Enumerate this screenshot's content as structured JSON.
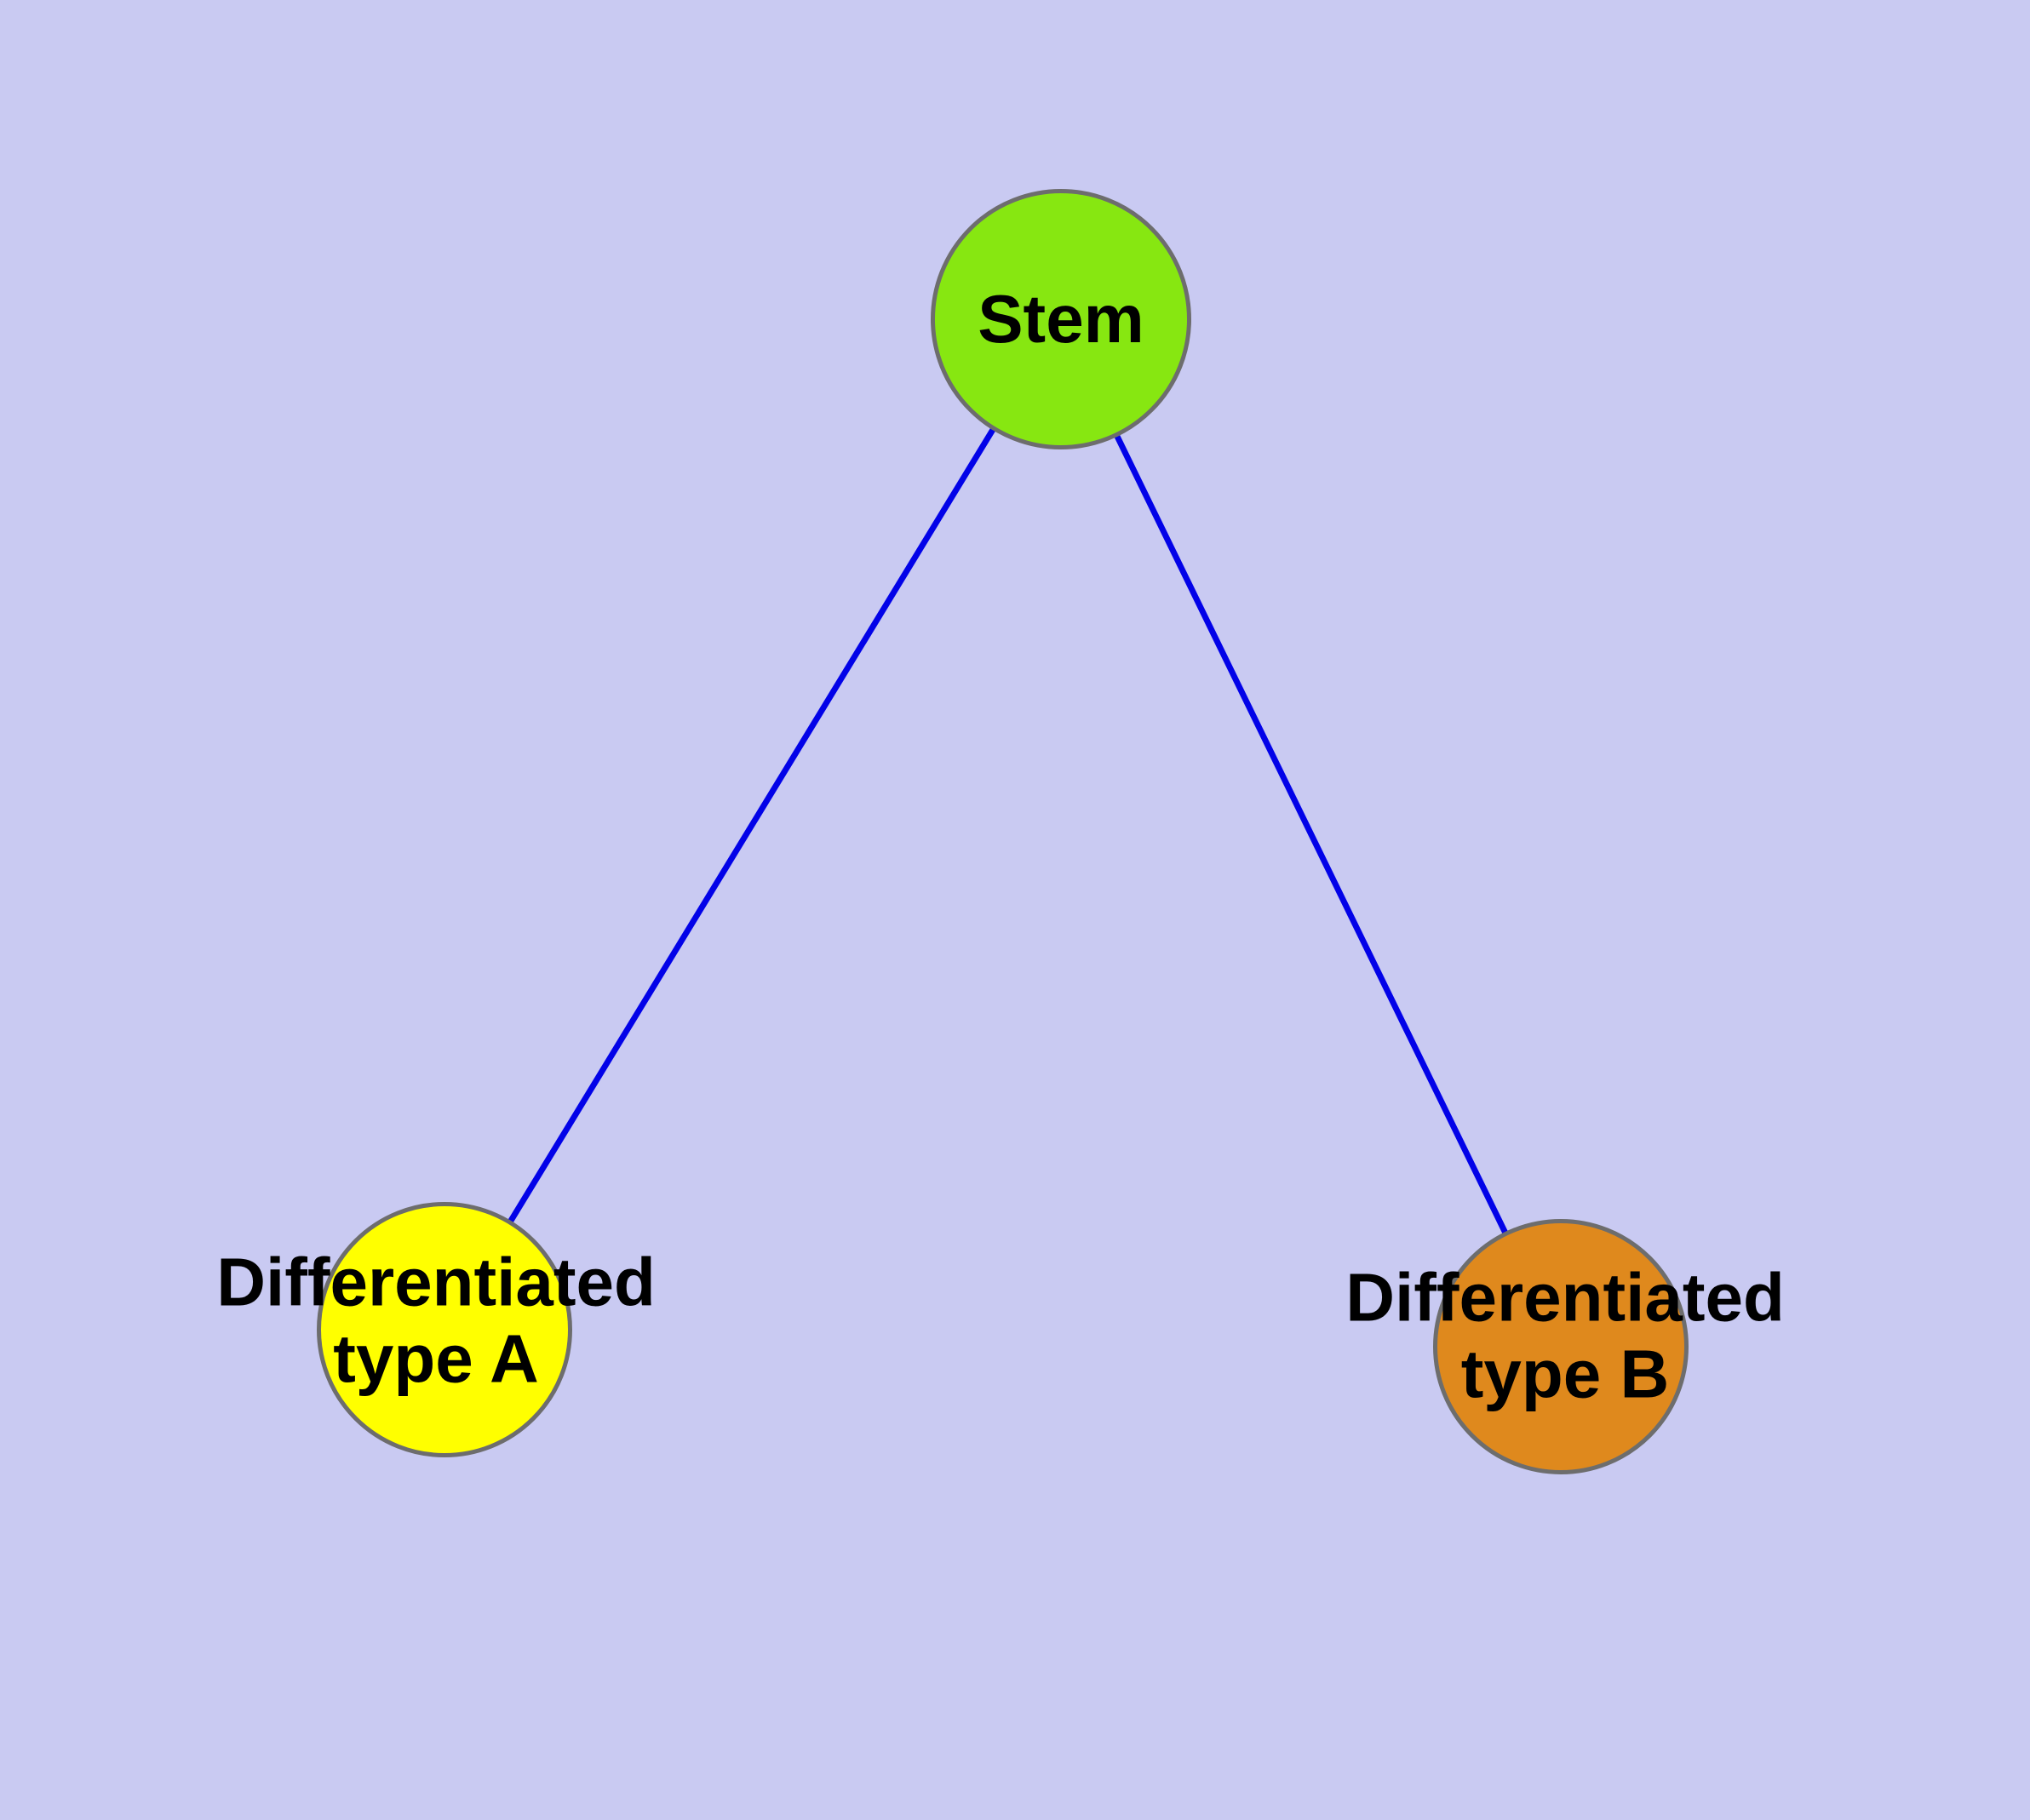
{
  "diagram": {
    "background_color": "#c9caf2",
    "edge_color": "#0202e8",
    "node_border_color": "#6d6d6d",
    "nodes": [
      {
        "id": "stem",
        "label": "Stem",
        "color": "#87e711"
      },
      {
        "id": "differentiated-type-a",
        "label": "Differentiated type A",
        "label_line1": "Differentiated",
        "label_line2": "type A",
        "color": "#ffff00"
      },
      {
        "id": "differentiated-type-b",
        "label": "Differentiated type B",
        "label_line1": "Differentiated",
        "label_line2": "type B",
        "color": "#df891d"
      }
    ],
    "edges": [
      {
        "from": "Stem",
        "to": "Differentiated type A"
      },
      {
        "from": "Stem",
        "to": "Differentiated type B"
      }
    ]
  }
}
